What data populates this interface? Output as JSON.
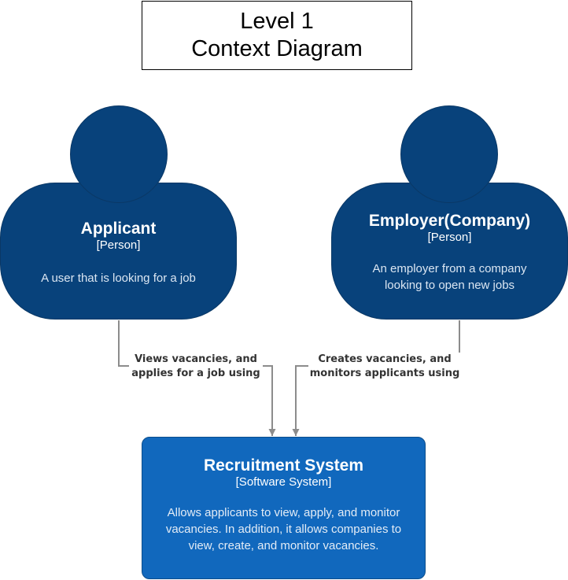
{
  "title": {
    "line1": "Level 1",
    "line2": "Context Diagram"
  },
  "nodes": {
    "applicant": {
      "name": "Applicant",
      "stereotype": "[Person]",
      "description": "A user that is looking for a job"
    },
    "employer": {
      "name": "Employer(Company)",
      "stereotype": "[Person]",
      "description_line1": "An employer from a company",
      "description_line2": "looking to open new jobs"
    },
    "system": {
      "name": "Recruitment System",
      "stereotype": "[Software System]",
      "description_line1": "Allows applicants to view, apply, and monitor",
      "description_line2": "vacancies. In addition, it allows companies to",
      "description_line3": "view, create, and monitor vacancies."
    }
  },
  "edges": {
    "applicant_to_system": {
      "line1": "Views vacancies, and",
      "line2": "applies for a job using"
    },
    "employer_to_system": {
      "line1": "Creates vacancies, and",
      "line2": "monitors applicants using"
    }
  },
  "colors": {
    "person": "#08427b",
    "system": "#1168bd",
    "edge": "#8c8c8c"
  }
}
